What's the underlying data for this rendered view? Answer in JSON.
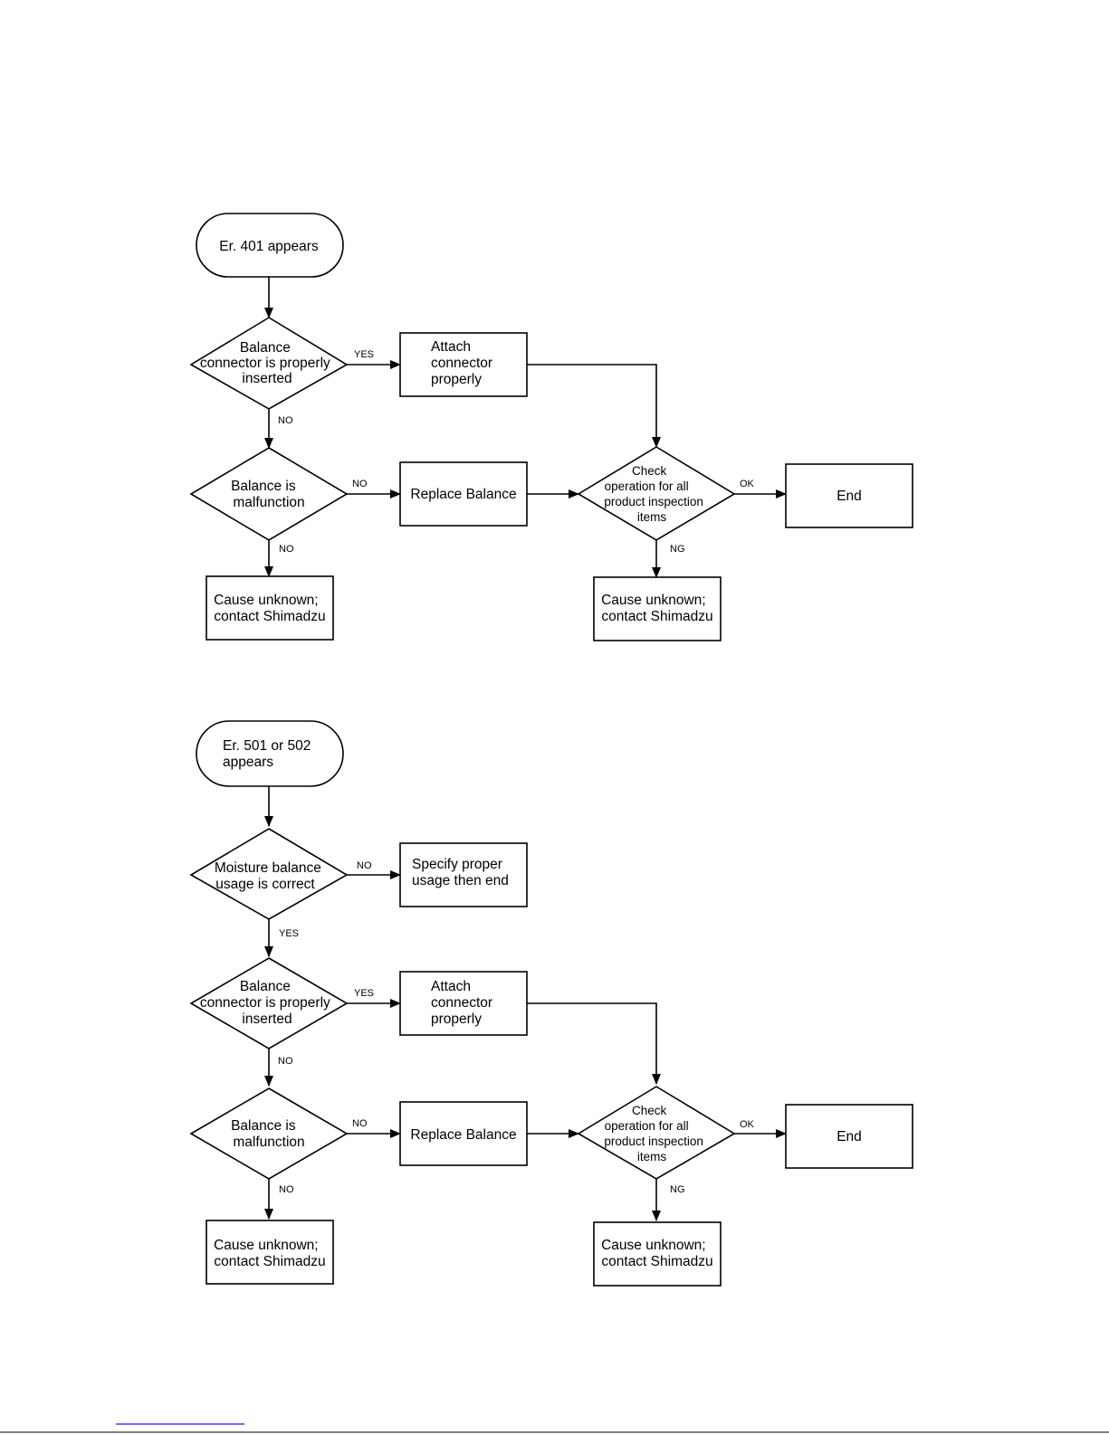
{
  "flowchart_401": {
    "start": [
      "Er. 401 appears"
    ],
    "q_connector": [
      "Balance",
      "connector is properly",
      "inserted"
    ],
    "attach": [
      "Attach",
      "connector",
      "properly"
    ],
    "q_malfunction": [
      "Balance is",
      "malfunction"
    ],
    "replace": [
      "Replace Balance"
    ],
    "check": [
      "Check",
      "operation for all",
      "product inspection",
      "items"
    ],
    "end": [
      "End"
    ],
    "unknown_left": [
      "Cause unknown;",
      "contact Shimadzu"
    ],
    "unknown_right": [
      "Cause unknown;",
      "contact Shimadzu"
    ],
    "edge_yes": "YES",
    "edge_no_1": "NO",
    "edge_no_2": "NO",
    "edge_no_3": "NO",
    "edge_ok": "OK",
    "edge_ng": "NG"
  },
  "flowchart_501": {
    "start": [
      "Er. 501 or 502",
      "appears"
    ],
    "q_usage": [
      "Moisture balance",
      "usage is correct"
    ],
    "specify": [
      "Specify proper",
      "usage then end"
    ],
    "q_connector": [
      "Balance",
      "connector is properly",
      "inserted"
    ],
    "attach": [
      "Attach",
      "connector",
      "properly"
    ],
    "q_malfunction": [
      "Balance is",
      "malfunction"
    ],
    "replace": [
      "Replace Balance"
    ],
    "check": [
      "Check",
      "operation for all",
      "product inspection",
      "items"
    ],
    "end": [
      "End"
    ],
    "unknown_left": [
      "Cause unknown;",
      "contact Shimadzu"
    ],
    "unknown_right": [
      "Cause unknown;",
      "contact Shimadzu"
    ],
    "edge_no_usage": "NO",
    "edge_yes_usage": "YES",
    "edge_yes": "YES",
    "edge_no_1": "NO",
    "edge_no_2": "NO",
    "edge_no_3": "NO",
    "edge_ok": "OK",
    "edge_ng": "NG"
  },
  "colors": {
    "stroke": "#000000",
    "footer_link": "#1a1aff"
  }
}
